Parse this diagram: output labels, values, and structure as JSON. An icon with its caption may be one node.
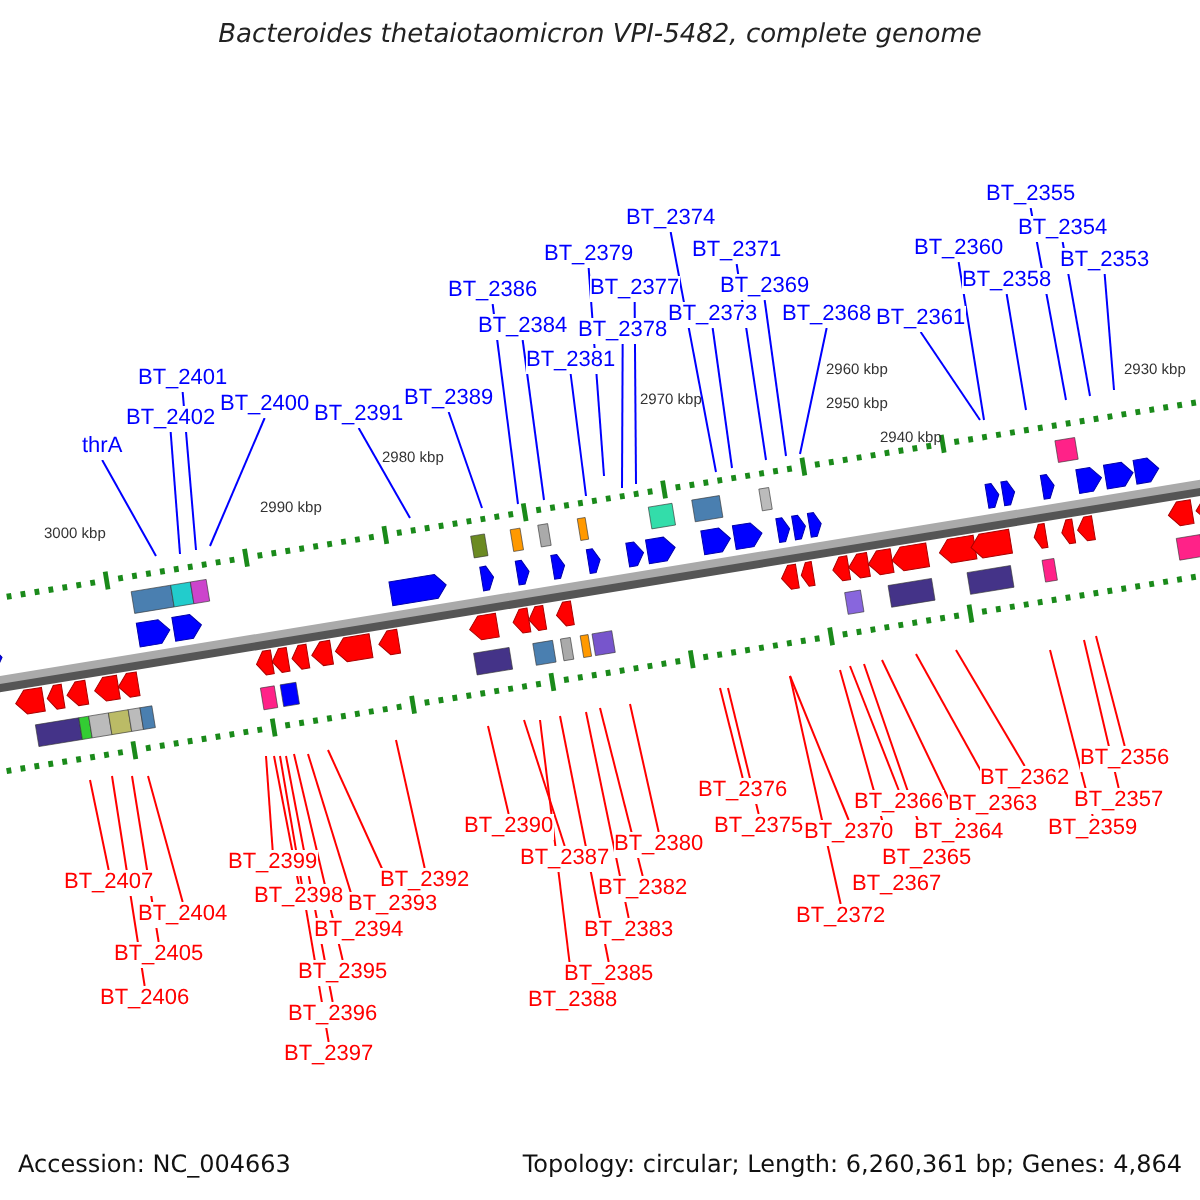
{
  "diagram": {
    "title": "Bacteroides thetaiotaomicron VPI-5482, complete genome",
    "nodes": [
      {
        "text": [
          "thrA"
        ]
      },
      {
        "text": [
          "BT_2402"
        ]
      },
      {
        "text": [
          "BT_2401"
        ]
      },
      {
        "text": [
          "BT_2400"
        ]
      },
      {
        "text": [
          "BT_2391"
        ]
      },
      {
        "text": [
          "BT_2389"
        ]
      },
      {
        "text": [
          "BT_2386"
        ]
      },
      {
        "text": [
          "BT_2384"
        ]
      },
      {
        "text": [
          "BT_2381"
        ]
      },
      {
        "text": [
          "BT_2379"
        ]
      },
      {
        "text": [
          "BT_2377"
        ]
      },
      {
        "text": [
          "BT_2378"
        ]
      },
      {
        "text": [
          "BT_2374"
        ]
      },
      {
        "text": [
          "BT_2371"
        ]
      },
      {
        "text": [
          "BT_2373"
        ]
      },
      {
        "text": [
          "BT_2369"
        ]
      },
      {
        "text": [
          "BT_2368"
        ]
      },
      {
        "text": [
          "BT_2361"
        ]
      },
      {
        "text": [
          "BT_2360"
        ]
      },
      {
        "text": [
          "BT_2358"
        ]
      },
      {
        "text": [
          "BT_2355"
        ]
      },
      {
        "text": [
          "BT_2354"
        ]
      },
      {
        "text": [
          "BT_2353"
        ]
      },
      {
        "text": [
          "BT_2407"
        ]
      },
      {
        "text": [
          "BT_2404"
        ]
      },
      {
        "text": [
          "BT_2405"
        ]
      },
      {
        "text": [
          "BT_2406"
        ]
      },
      {
        "text": [
          "BT_2399"
        ]
      },
      {
        "text": [
          "BT_2398"
        ]
      },
      {
        "text": [
          "BT_2393"
        ]
      },
      {
        "text": [
          "BT_2392"
        ]
      },
      {
        "text": [
          "BT_2394"
        ]
      },
      {
        "text": [
          "BT_2395"
        ]
      },
      {
        "text": [
          "BT_2396"
        ]
      },
      {
        "text": [
          "BT_2397"
        ]
      },
      {
        "text": [
          "BT_2390"
        ]
      },
      {
        "text": [
          "BT_2387"
        ]
      },
      {
        "text": [
          "BT_2380"
        ]
      },
      {
        "text": [
          "BT_2382"
        ]
      },
      {
        "text": [
          "BT_2383"
        ]
      },
      {
        "text": [
          "BT_2385"
        ]
      },
      {
        "text": [
          "BT_2388"
        ]
      },
      {
        "text": [
          "BT_2376"
        ]
      },
      {
        "text": [
          "BT_2375"
        ]
      },
      {
        "text": [
          "BT_2370"
        ]
      },
      {
        "text": [
          "BT_2366"
        ]
      },
      {
        "text": [
          "BT_2365"
        ]
      },
      {
        "text": [
          "BT_2364"
        ]
      },
      {
        "text": [
          "BT_2363"
        ]
      },
      {
        "text": [
          "BT_2362"
        ]
      },
      {
        "text": [
          "BT_2367"
        ]
      },
      {
        "text": [
          "BT_2372"
        ]
      },
      {
        "text": [
          "BT_2359"
        ]
      },
      {
        "text": [
          "BT_2357"
        ]
      },
      {
        "text": [
          "BT_2356"
        ]
      }
    ],
    "edges": [
      {
        "from": 0,
        "to": null,
        "arrow": "none",
        "color": "#0000ff"
      },
      {
        "from": 1,
        "to": null,
        "arrow": "none",
        "color": "#0000ff"
      },
      {
        "from": 2,
        "to": null,
        "arrow": "none",
        "color": "#0000ff"
      },
      {
        "from": 3,
        "to": null,
        "arrow": "none",
        "color": "#0000ff"
      },
      {
        "from": 4,
        "to": null,
        "arrow": "none",
        "color": "#0000ff"
      },
      {
        "from": 5,
        "to": null,
        "arrow": "none",
        "color": "#0000ff"
      },
      {
        "from": 6,
        "to": null,
        "arrow": "none",
        "color": "#0000ff"
      },
      {
        "from": 7,
        "to": null,
        "arrow": "none",
        "color": "#0000ff"
      },
      {
        "from": 8,
        "to": null,
        "arrow": "none",
        "color": "#0000ff"
      },
      {
        "from": 9,
        "to": null,
        "arrow": "none",
        "color": "#0000ff"
      },
      {
        "from": 10,
        "to": null,
        "arrow": "none",
        "color": "#0000ff"
      },
      {
        "from": 11,
        "to": null,
        "arrow": "none",
        "color": "#0000ff"
      },
      {
        "from": 12,
        "to": null,
        "arrow": "none",
        "color": "#0000ff"
      },
      {
        "from": 13,
        "to": null,
        "arrow": "none",
        "color": "#0000ff"
      },
      {
        "from": 14,
        "to": null,
        "arrow": "none",
        "color": "#0000ff"
      },
      {
        "from": 15,
        "to": null,
        "arrow": "none",
        "color": "#0000ff"
      },
      {
        "from": 16,
        "to": null,
        "arrow": "none",
        "color": "#0000ff"
      },
      {
        "from": 17,
        "to": null,
        "arrow": "none",
        "color": "#0000ff"
      },
      {
        "from": 18,
        "to": null,
        "arrow": "none",
        "color": "#0000ff"
      },
      {
        "from": 19,
        "to": null,
        "arrow": "none",
        "color": "#0000ff"
      },
      {
        "from": 20,
        "to": null,
        "arrow": "none",
        "color": "#0000ff"
      },
      {
        "from": 21,
        "to": null,
        "arrow": "none",
        "color": "#0000ff"
      },
      {
        "from": 22,
        "to": null,
        "arrow": "none",
        "color": "#0000ff"
      },
      {
        "from": 23,
        "to": null,
        "arrow": "none"
      },
      {
        "from": 24,
        "to": null,
        "arrow": "none"
      },
      {
        "from": 25,
        "to": null,
        "arrow": "none"
      },
      {
        "from": 26,
        "to": null,
        "arrow": "none"
      },
      {
        "from": 27,
        "to": null,
        "arrow": "none"
      },
      {
        "from": 28,
        "to": null,
        "arrow": "none"
      },
      {
        "from": 29,
        "to": null,
        "arrow": "none"
      },
      {
        "from": 30,
        "to": null,
        "arrow": "none"
      },
      {
        "from": 31,
        "to": null,
        "arrow": "none"
      },
      {
        "from": 32,
        "to": null,
        "arrow": "none"
      },
      {
        "from": 33,
        "to": null,
        "arrow": "none"
      },
      {
        "from": 34,
        "to": null,
        "arrow": "none"
      },
      {
        "from": 35,
        "to": null,
        "arrow": "none"
      },
      {
        "from": 36,
        "to": null,
        "arrow": "none"
      },
      {
        "from": 37,
        "to": null,
        "arrow": "none"
      },
      {
        "from": 38,
        "to": null,
        "arrow": "none"
      },
      {
        "from": 39,
        "to": null,
        "arrow": "none"
      },
      {
        "from": 40,
        "to": null,
        "arrow": "none"
      },
      {
        "from": 41,
        "to": null,
        "arrow": "none"
      },
      {
        "from": 42,
        "to": null,
        "arrow": "none"
      },
      {
        "from": 43,
        "to": null,
        "arrow": "none"
      },
      {
        "from": 44,
        "to": null,
        "arrow": "none"
      },
      {
        "from": 45,
        "to": null,
        "arrow": "none"
      },
      {
        "from": 46,
        "to": null,
        "arrow": "none"
      },
      {
        "from": 47,
        "to": null,
        "arrow": "none"
      },
      {
        "from": 48,
        "to": null,
        "arrow": "none"
      },
      {
        "from": 49,
        "to": null,
        "arrow": "none"
      },
      {
        "from": 50,
        "to": null,
        "arrow": "none"
      },
      {
        "from": 51,
        "to": null,
        "arrow": "none"
      },
      {
        "from": 52,
        "to": null,
        "arrow": "none"
      },
      {
        "from": 53,
        "to": null,
        "arrow": "none"
      },
      {
        "from": 54,
        "to": null,
        "arrow": "none"
      }
    ],
    "labels": [
      "3000 kbp",
      "2990 kbp",
      "2980 kbp",
      "2970 kbp",
      "2960 kbp",
      "2950 kbp",
      "2940 kbp",
      "2930 kbp",
      "Accession: NC_004663",
      "Topology: circular; Length: 6,260,361 bp; Genes: 4,864"
    ]
  }
}
